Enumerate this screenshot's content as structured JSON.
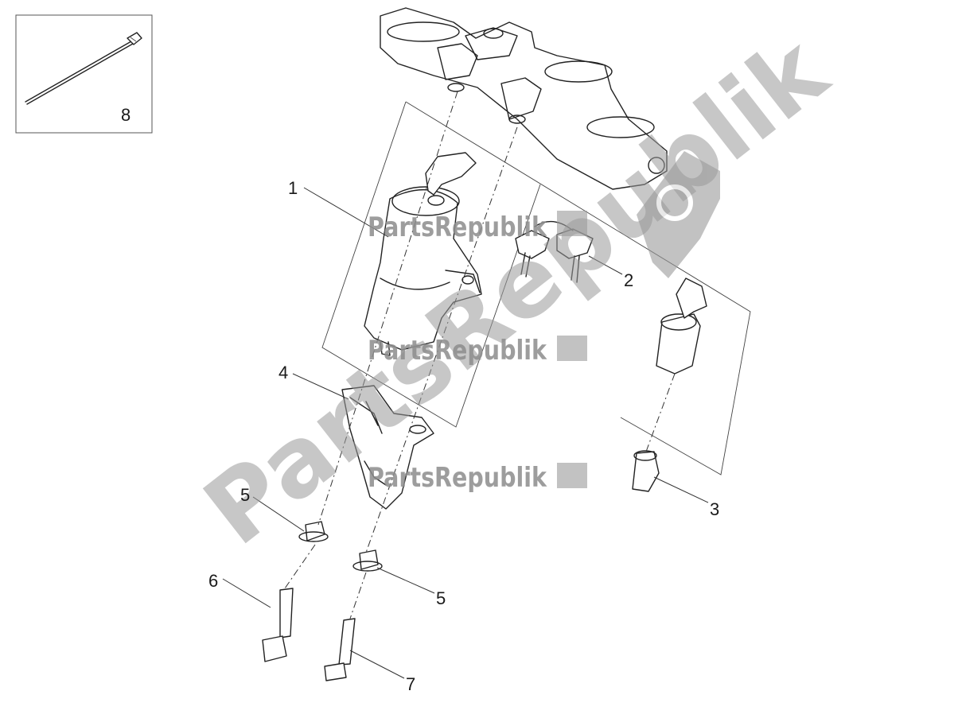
{
  "diagram": {
    "callouts": [
      {
        "id": "1",
        "label": "1"
      },
      {
        "id": "2",
        "label": "2"
      },
      {
        "id": "3",
        "label": "3"
      },
      {
        "id": "4",
        "label": "4"
      },
      {
        "id": "5a",
        "label": "5"
      },
      {
        "id": "5b",
        "label": "5"
      },
      {
        "id": "6",
        "label": "6"
      },
      {
        "id": "7",
        "label": "7"
      },
      {
        "id": "8",
        "label": "8"
      }
    ],
    "watermark": {
      "small_text": "PartsRepublik",
      "big_text": "PartsRepublik"
    },
    "colors": {
      "line": "#222222",
      "watermark": "#8d8d8d",
      "background": "#ffffff"
    }
  }
}
